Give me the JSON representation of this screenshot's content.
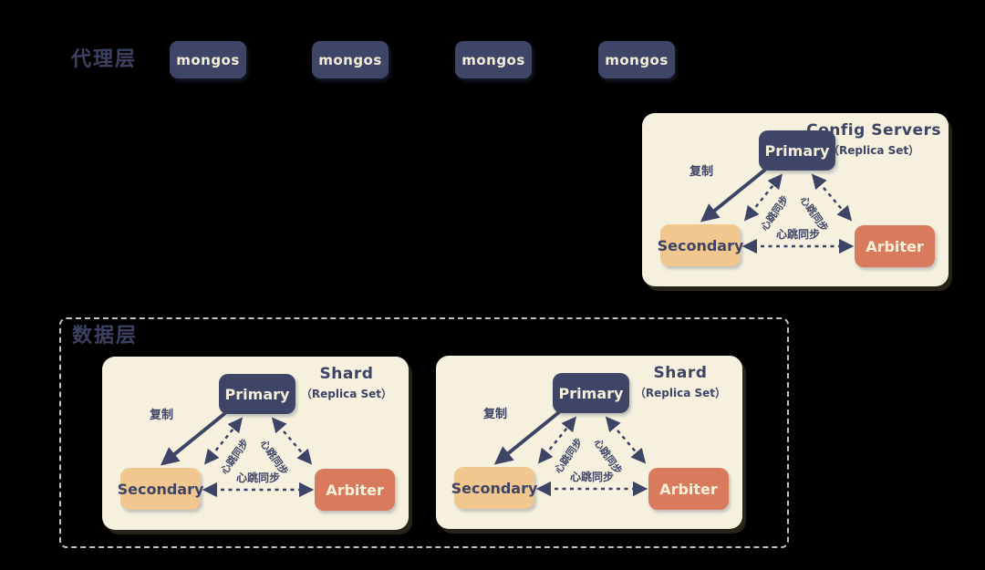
{
  "colors": {
    "background": "#000000",
    "node_navy": "#3f4566",
    "panel_cream": "#f5f1de",
    "secondary_tan": "#f0c78e",
    "arbiter_salmon": "#d87a5b",
    "text_cream": "#f5efdc",
    "text_navy": "#3e4466",
    "outer_label_navy": "#3c4262",
    "dashed_border_gray": "#c2c2c2"
  },
  "proxy_layer": {
    "label": "代理层",
    "nodes": [
      "mongos",
      "mongos",
      "mongos",
      "mongos"
    ]
  },
  "config_servers": {
    "title": "Config Servers",
    "subtitle": "（Replica Set）",
    "nodes": {
      "primary": "Primary",
      "secondary": "Secondary",
      "arbiter": "Arbiter"
    },
    "edge_labels": {
      "replicate": "复制",
      "heartbeat": "心跳同步"
    }
  },
  "data_layer": {
    "label": "数据层",
    "shards": [
      {
        "title": "Shard",
        "subtitle": "（Replica Set）",
        "nodes": {
          "primary": "Primary",
          "secondary": "Secondary",
          "arbiter": "Arbiter"
        },
        "edge_labels": {
          "replicate": "复制",
          "heartbeat": "心跳同步"
        }
      },
      {
        "title": "Shard",
        "subtitle": "（Replica Set）",
        "nodes": {
          "primary": "Primary",
          "secondary": "Secondary",
          "arbiter": "Arbiter"
        },
        "edge_labels": {
          "replicate": "复制",
          "heartbeat": "心跳同步"
        }
      }
    ]
  }
}
